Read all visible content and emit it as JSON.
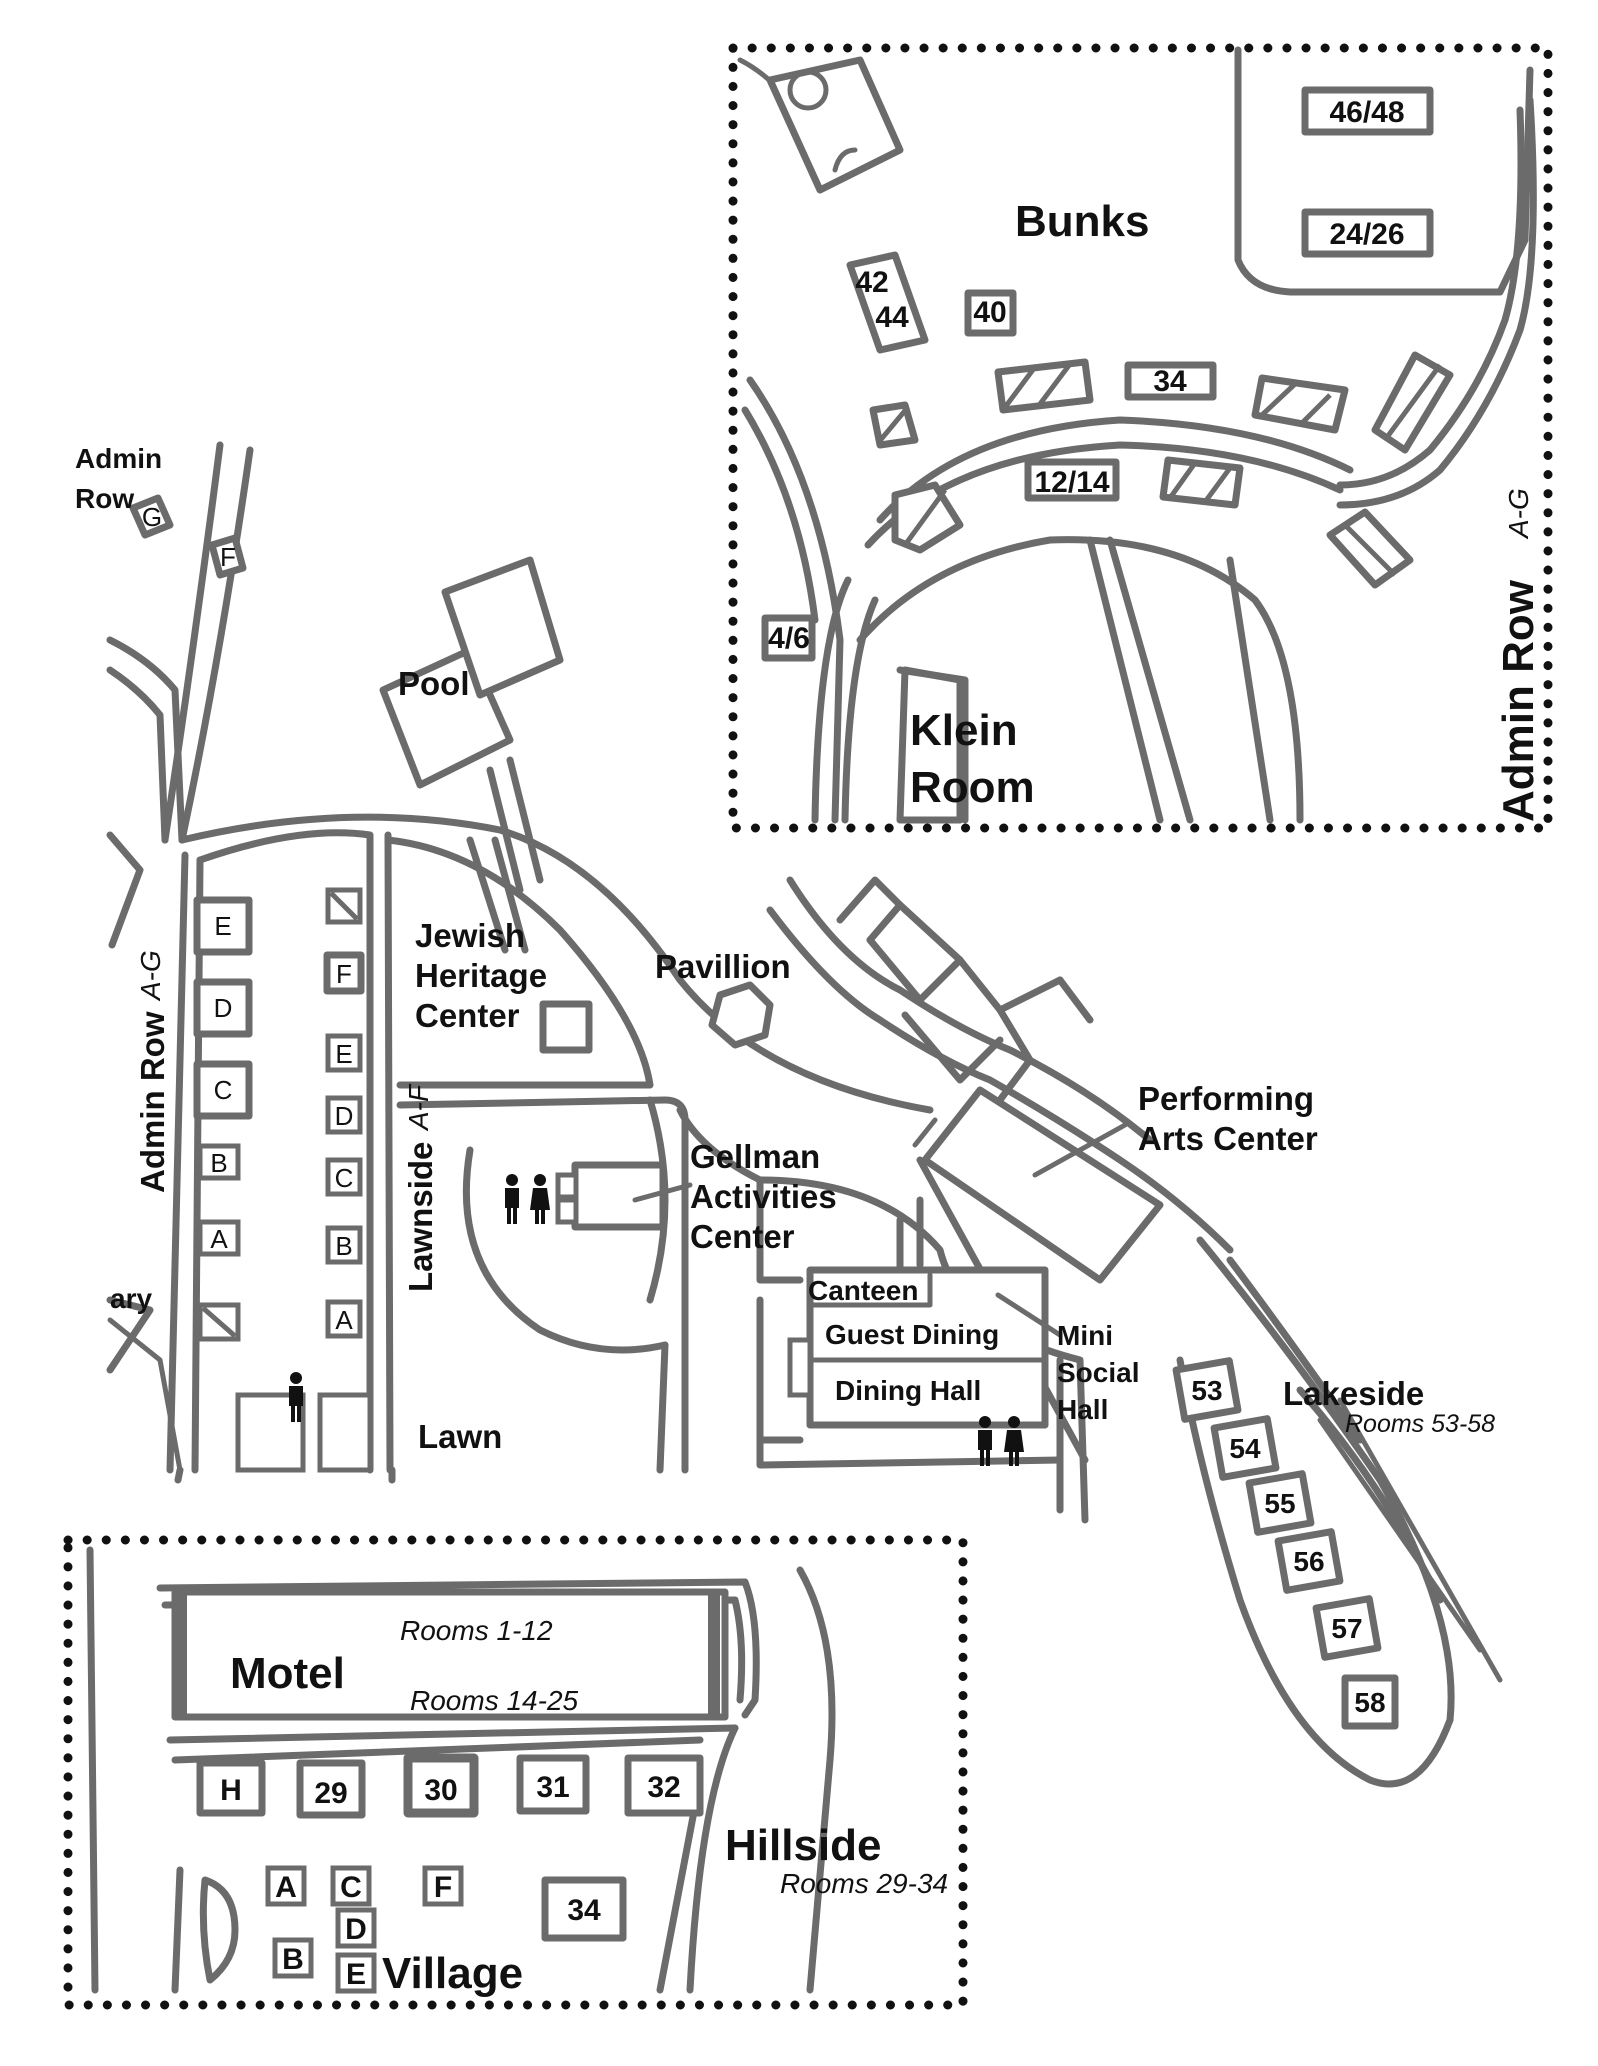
{
  "insets": {
    "bunks": {
      "title": "Bunks",
      "units": [
        "46/48",
        "24/26",
        "42",
        "44",
        "40",
        "34",
        "12/14",
        "4/6"
      ],
      "klein_line1": "Klein",
      "klein_line2": "Room",
      "admin_row": "Admin Row",
      "admin_row_range": "A-G"
    },
    "motel": {
      "title": "Motel",
      "rooms_upper": "Rooms 1-12",
      "rooms_lower": "Rooms 14-25",
      "hillside": "Hillside",
      "hillside_rooms": "Rooms 29-34",
      "village": "Village",
      "units": [
        "H",
        "29",
        "30",
        "31",
        "32",
        "34",
        "A",
        "C",
        "F",
        "D",
        "B",
        "E"
      ]
    }
  },
  "main": {
    "admin_row_top_1": "Admin",
    "admin_row_top_2": "Row",
    "admin_units": [
      "G",
      "F"
    ],
    "pool": "Pool",
    "jhc_1": "Jewish",
    "jhc_2": "Heritage",
    "jhc_3": "Center",
    "pavillion": "Pavillion",
    "pac_1": "Performing",
    "pac_2": "Arts Center",
    "gellman_1": "Gellman",
    "gellman_2": "Activities",
    "gellman_3": "Center",
    "canteen": "Canteen",
    "guest_dining": "Guest Dining",
    "dining_hall": "Dining Hall",
    "mini_1": "Mini",
    "mini_2": "Social",
    "mini_3": "Hall",
    "lakeside": "Lakeside",
    "lakeside_rooms": "Rooms 53-58",
    "lakeside_units": [
      "53",
      "54",
      "55",
      "56",
      "57",
      "58"
    ],
    "lawn": "Lawn",
    "lawnside": "Lawnside",
    "lawnside_range": "A-F",
    "admin_row_left": "Admin Row",
    "admin_row_left_range": "A-G",
    "library_partial": "ary",
    "admin_left_units": [
      "E",
      "D",
      "C",
      "B",
      "A"
    ],
    "lawnside_units": [
      "F",
      "E",
      "D",
      "C",
      "B",
      "A"
    ]
  }
}
